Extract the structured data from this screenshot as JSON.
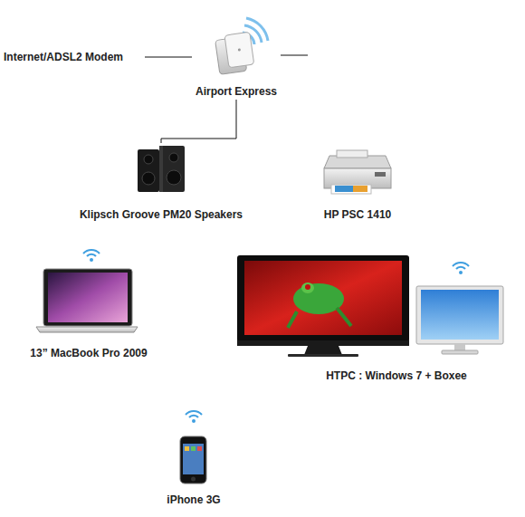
{
  "diagram": {
    "nodes": [
      {
        "text": [
          "Internet/ADSL2 Modem"
        ]
      },
      {
        "text": [
          "Airport Express"
        ]
      },
      {
        "text": [
          "Klipsch Groove PM20 Speakers"
        ]
      },
      {
        "text": [
          "HP PSC 1410"
        ]
      },
      {
        "text": [
          "13” MacBook Pro 2009"
        ]
      },
      {
        "text": [
          "HTPC : Windows 7 + Boxee"
        ]
      },
      {
        "text": [
          "iPhone 3G"
        ]
      }
    ],
    "edges": [
      {
        "from": 0,
        "to": 1,
        "arrow": "none"
      },
      {
        "from": 1,
        "to": 2,
        "arrow": "none"
      },
      {
        "from": 1,
        "to": 3,
        "arrow": "none"
      }
    ]
  }
}
